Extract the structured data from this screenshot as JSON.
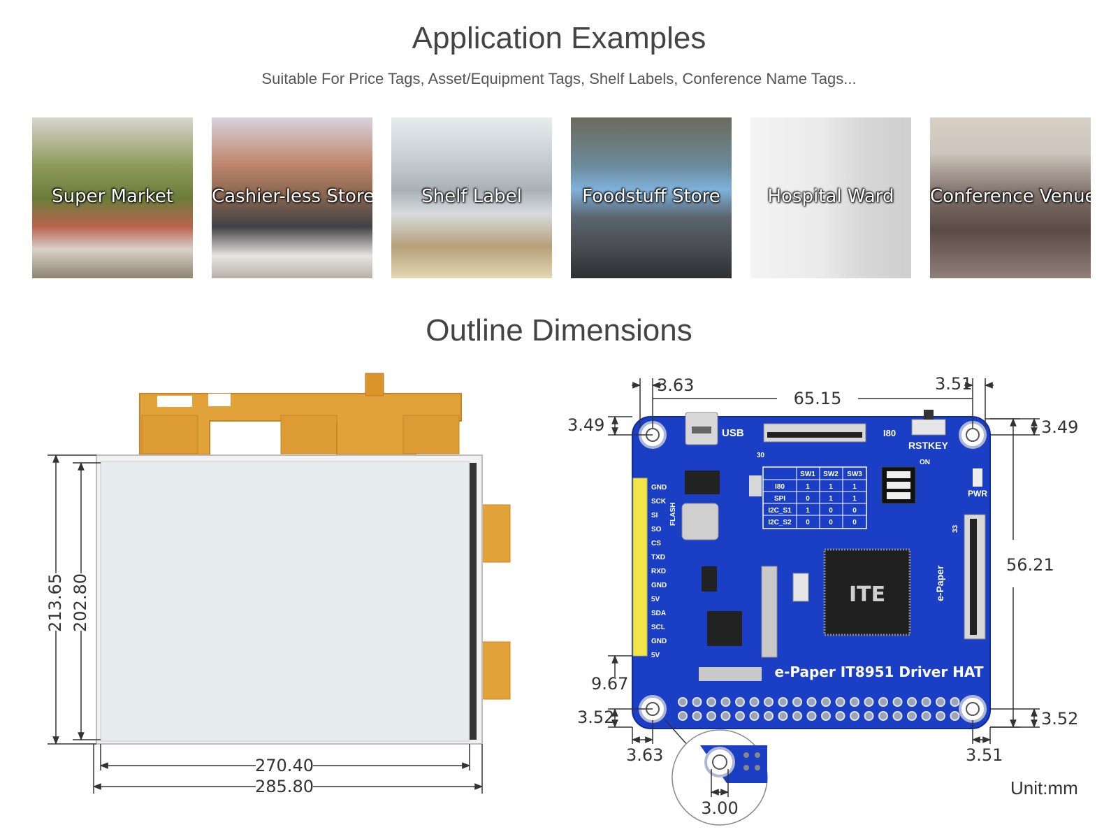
{
  "app": {
    "title": "Application Examples",
    "subtitle": "Suitable For Price Tags, Asset/Equipment Tags, Shelf Labels, Conference Name Tags...",
    "examples": [
      {
        "label": "Super Market"
      },
      {
        "label": "Cashier-less Store"
      },
      {
        "label": "Shelf Label"
      },
      {
        "label": "Foodstuff Store"
      },
      {
        "label": "Hospital Ward"
      },
      {
        "label": "Conference Venue"
      }
    ]
  },
  "outline": {
    "title": "Outline Dimensions",
    "unit": "Unit:mm",
    "panel": {
      "height_outer": "213.65",
      "height_inner": "202.80",
      "width_inner": "270.40",
      "width_outer": "285.80"
    },
    "board": {
      "name": "e-Paper IT8951 Driver HAT",
      "top_left_x": "3.63",
      "top_width": "65.15",
      "top_right_x": "3.51",
      "top_left_y": "3.49",
      "top_right_y": "3.49",
      "right_height": "56.21",
      "connector_offset": "9.67",
      "bottom_left_y": "3.52",
      "bottom_right_y": "3.52",
      "bottom_left_x": "3.63",
      "bottom_right_x": "3.51",
      "hole_diameter": "3.00",
      "silkscreen": {
        "usb": "USB",
        "i80": "I80",
        "rstkey": "RSTKEY",
        "pwr": "PWR",
        "flash": "FLASH",
        "epaper": "e-Paper",
        "chip": "ITE",
        "fpc_30": "30",
        "fpc_33": "33",
        "switch_on": "ON",
        "pins": [
          "GND",
          "SCK",
          "SI",
          "SO",
          "CS",
          "TXD",
          "RXD",
          "GND",
          "5V",
          "SDA",
          "SCL",
          "GND",
          "5V"
        ],
        "table_headers": [
          "",
          "SW1",
          "SW2",
          "SW3"
        ],
        "table_rows": [
          [
            "I80",
            "1",
            "1",
            "1"
          ],
          [
            "SPI",
            "0",
            "1",
            "1"
          ],
          [
            "I2C_S1",
            "1",
            "0",
            "0"
          ],
          [
            "I2C_S2",
            "0",
            "0",
            "0"
          ]
        ]
      }
    }
  },
  "colors": {
    "board_blue": "#1b3fc4",
    "fpc_amber": "#e2a23a",
    "panel_face": "#e6ebee",
    "dim_line": "#333333"
  }
}
